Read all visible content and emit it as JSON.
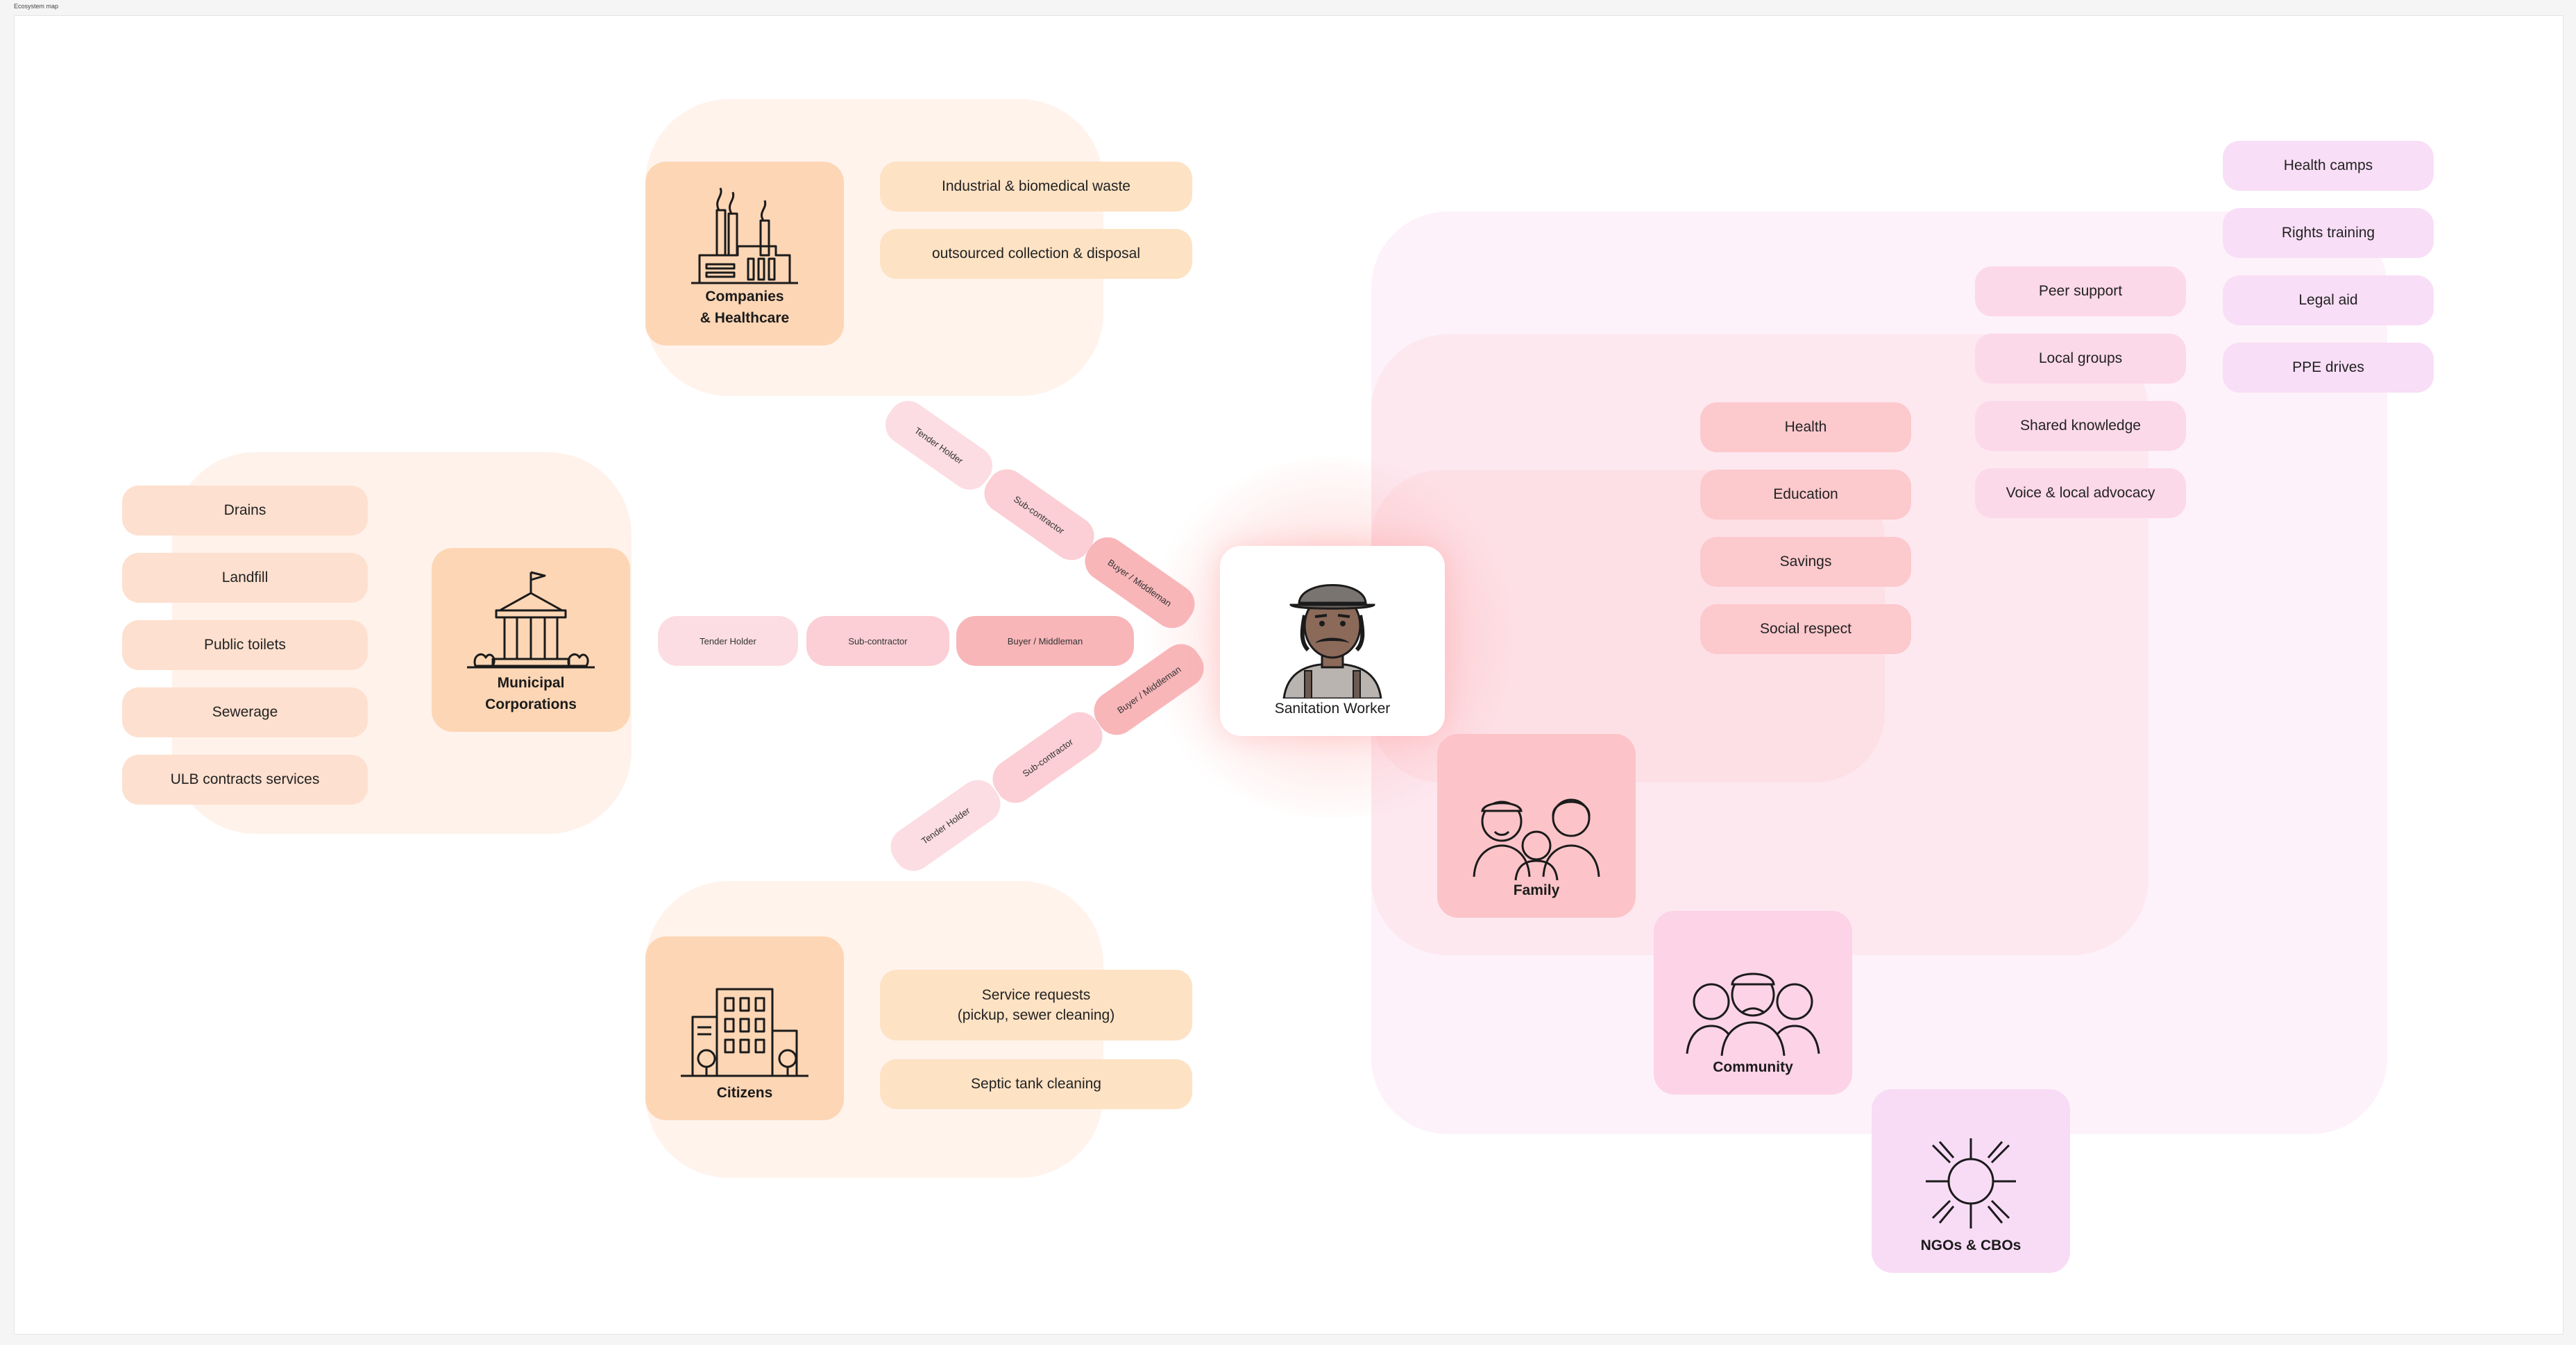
{
  "canvas": {
    "frame_label": "Ecosystem map"
  },
  "colors": {
    "peach_zone": "#fff3ec",
    "orange_card": "#fdd6b5",
    "orange_pill": "#fde4d2",
    "cream_pill": "#fde2c4",
    "pink_zone_outer": "#fdf1f8",
    "pink_zone_mid": "#fde6ef",
    "pink_zone_inner": "#fddfe6",
    "pink_pill": "#fcc9cd",
    "rose_pill": "#fcd9e8",
    "lavender_pill": "#f8def6",
    "chain_light": "#fcd8df",
    "chain_mid": "#fbc3c8",
    "chain_dark": "#f8b2b5"
  },
  "companies": {
    "label_line1": "Companies",
    "label_line2": "& Healthcare",
    "icon": "factory-icon",
    "items": [
      "Industrial & biomedical waste",
      "outsourced collection & disposal"
    ]
  },
  "municipal": {
    "label_line1": "Municipal",
    "label_line2": "Corporations",
    "icon": "government-building-icon",
    "items": [
      "Drains",
      "Landfill",
      "Public toilets",
      "Sewerage",
      "ULB contracts services"
    ]
  },
  "citizens": {
    "label": "Citizens",
    "icon": "apartment-building-icon",
    "items": [
      {
        "line1": "Service requests",
        "line2": "(pickup, sewer cleaning)"
      },
      {
        "line1": "Septic tank cleaning",
        "line2": ""
      }
    ]
  },
  "chains": {
    "upper": [
      "Tender Holder",
      "Sub-contractor",
      "Buyer / Middleman"
    ],
    "middle": [
      "Tender Holder",
      "Sub-contractor",
      "Buyer / Middleman"
    ],
    "lower": [
      "Buyer / Middleman",
      "Sub-contractor",
      "Tender Holder"
    ]
  },
  "center": {
    "label": "Sanitation Worker",
    "icon": "sanitation-worker-portrait"
  },
  "family": {
    "label": "Family",
    "icon": "family-portrait-icon",
    "items": [
      "Health",
      "Education",
      "Savings",
      "Social respect"
    ]
  },
  "community": {
    "label": "Community",
    "icon": "community-portrait-icon",
    "items": [
      "Peer support",
      "Local groups",
      "Shared knowledge",
      "Voice & local advocacy"
    ]
  },
  "ngos": {
    "label": "NGOs & CBOs",
    "icon": "joined-hands-icon",
    "items": [
      "Health camps",
      "Rights training",
      "Legal aid",
      "PPE drives"
    ]
  }
}
